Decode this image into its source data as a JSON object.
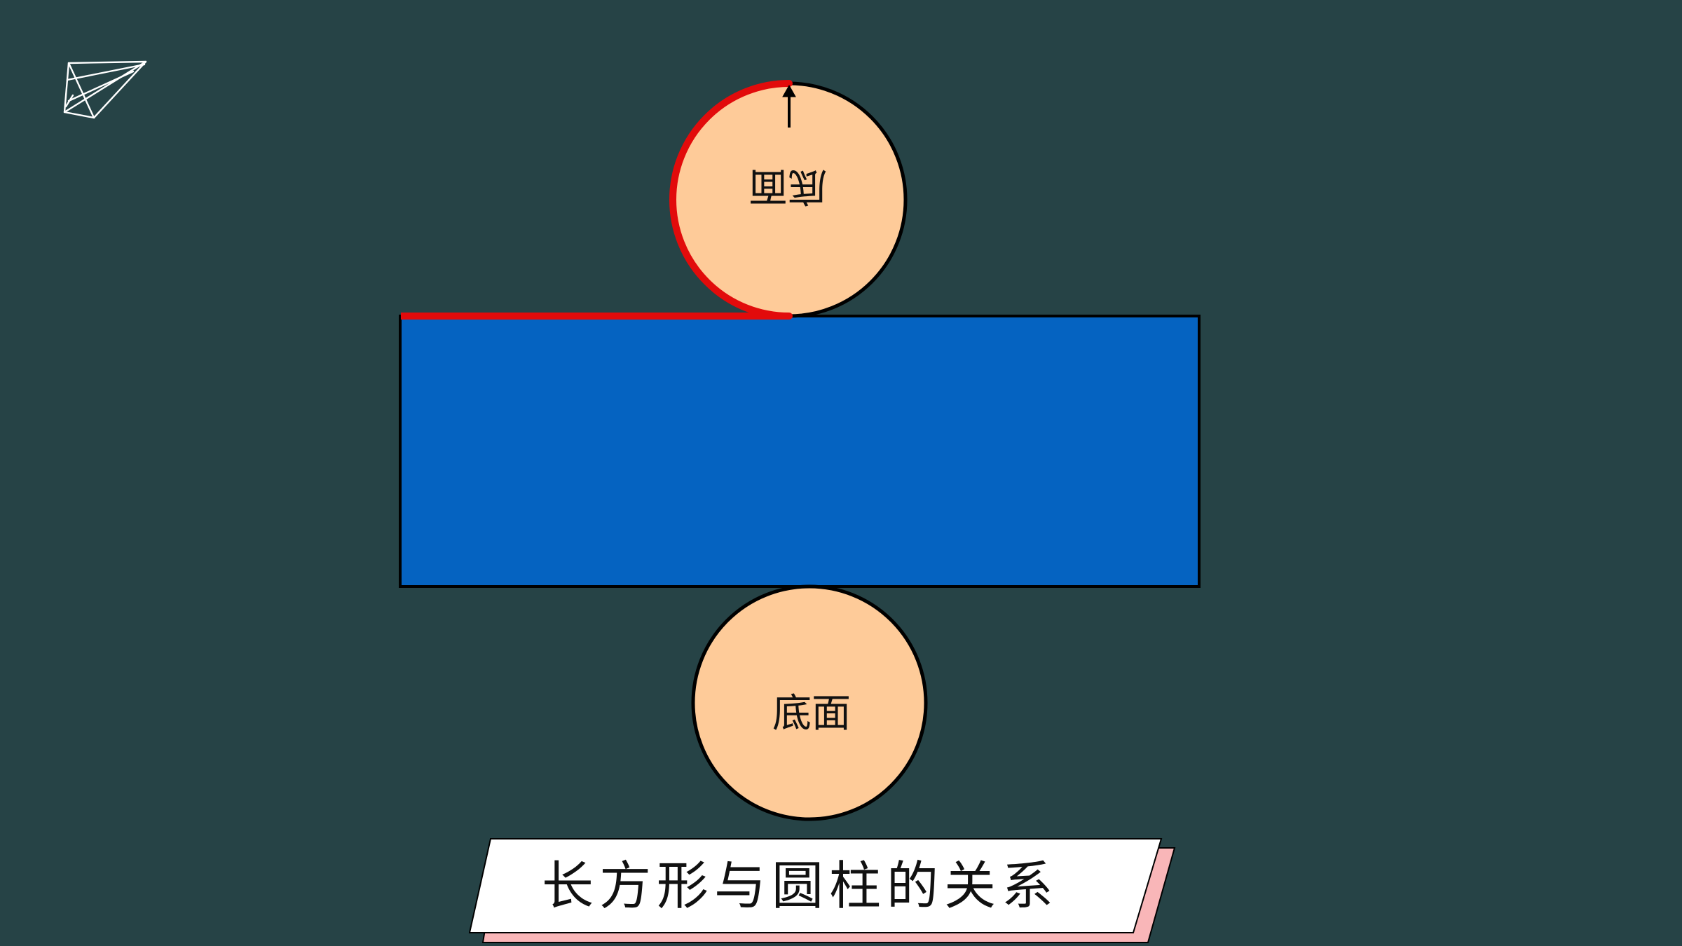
{
  "top_circle": {
    "label": "底面"
  },
  "bottom_circle": {
    "label": "底面"
  },
  "title_banner": {
    "text": "长方形与圆柱的关系"
  },
  "colors": {
    "background": "#264346",
    "rectangle_fill": "#0563C1",
    "circle_fill": "#FECB99",
    "highlight": "#E20B0B",
    "outline": "#000000",
    "banner_fill": "#FFFFFF",
    "banner_shadow": "#F9B6B8",
    "sketch_icon": "#FFFFFF"
  },
  "icons": {
    "top_left": "paper-plane-icon",
    "circle_marker": "arrow-up-icon"
  }
}
